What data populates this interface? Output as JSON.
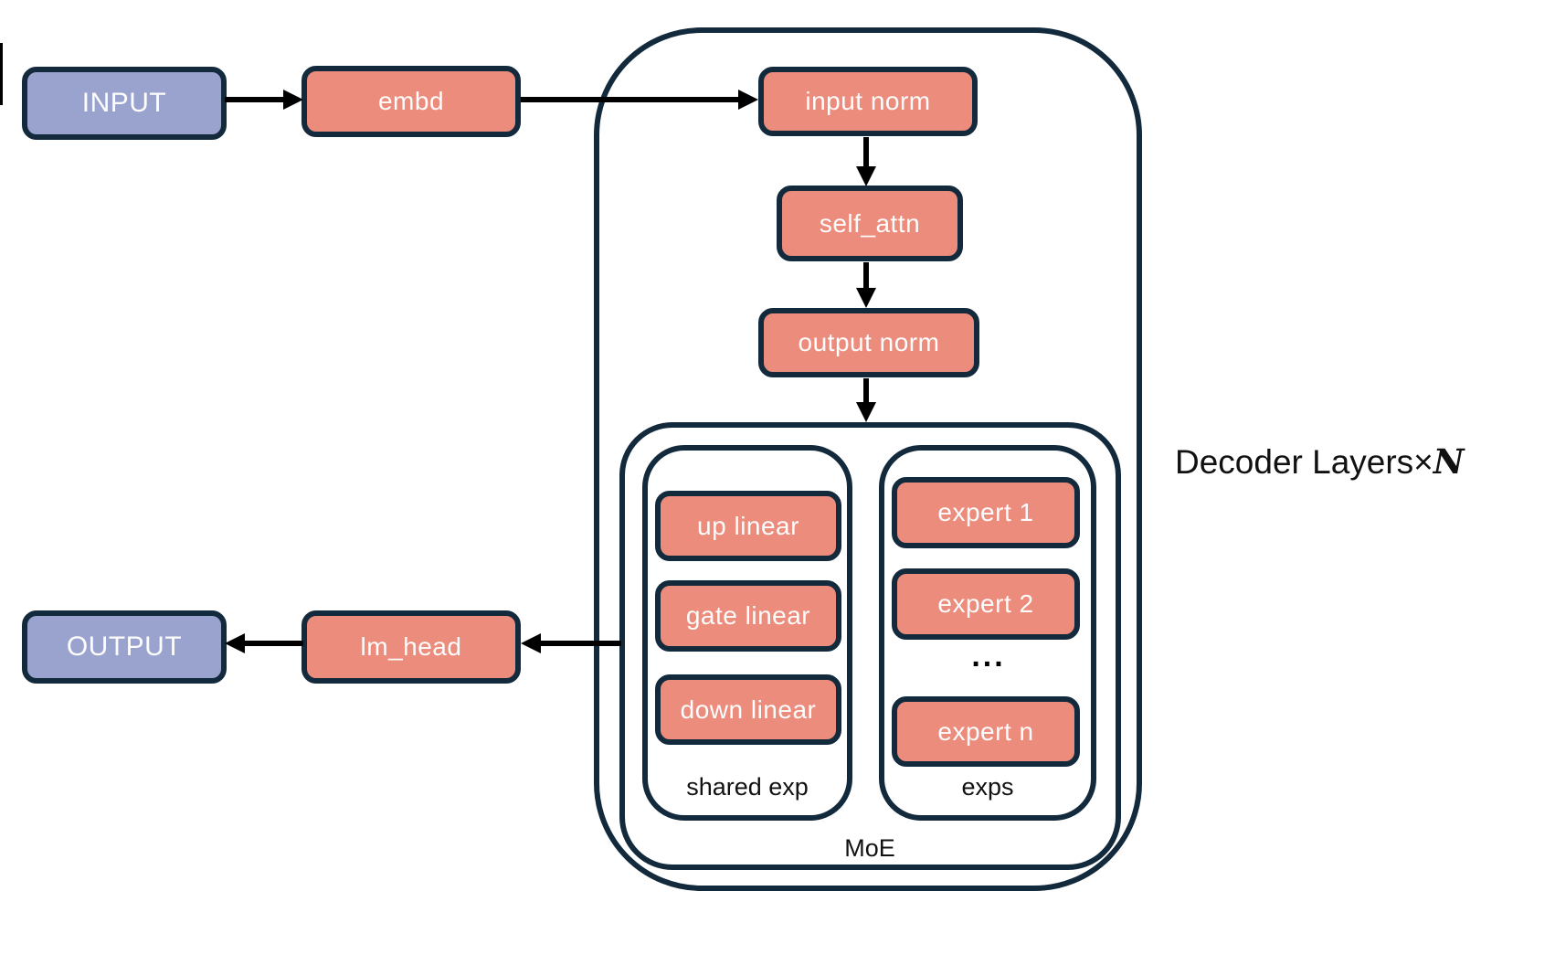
{
  "nodes": {
    "input": "INPUT",
    "embd": "embd",
    "input_norm": "input norm",
    "self_attn": "self_attn",
    "output_norm": "output norm",
    "up_linear": "up linear",
    "gate_linear": "gate linear",
    "down_linear": "down linear",
    "expert_1": "expert 1",
    "expert_2": "expert 2",
    "experts_ellipsis": "...",
    "expert_n": "expert n",
    "lm_head": "lm_head",
    "output": "OUTPUT"
  },
  "containers": {
    "decoder_label_prefix": "Decoder Layers×",
    "decoder_label_n": "N",
    "moe_label": "MoE",
    "shared_exp_label": "shared exp",
    "exps_label": "exps"
  },
  "colors": {
    "io_fill": "#9aa3ce",
    "module_fill": "#ec8c7c",
    "border": "#13293c",
    "arrow": "#000000",
    "label_text": "#111111",
    "box_text": "#fdfdfd",
    "bg": "#ffffff"
  }
}
